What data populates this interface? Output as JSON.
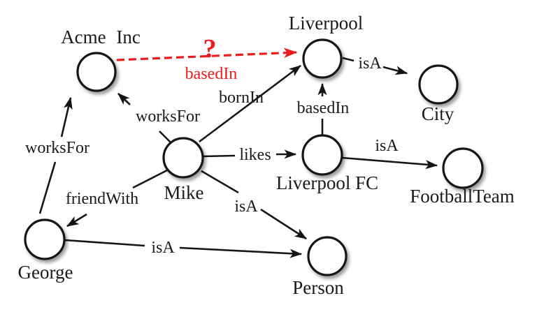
{
  "diagram": {
    "kind": "knowledge-graph",
    "background": "#ffffff",
    "colors": {
      "node_stroke": "#141414",
      "edge": "#161616",
      "text": "#1a1a1a",
      "inferred_edge": "#ec1c1c"
    },
    "nodes": [
      {
        "id": "acme_inc",
        "label": "Acme Inc"
      },
      {
        "id": "liverpool",
        "label": "Liverpool"
      },
      {
        "id": "city",
        "label": "City"
      },
      {
        "id": "mike",
        "label": "Mike"
      },
      {
        "id": "liverpool_fc",
        "label": "Liverpool FC"
      },
      {
        "id": "football_team",
        "label": "FootballTeam"
      },
      {
        "id": "george",
        "label": "George"
      },
      {
        "id": "person",
        "label": "Person"
      }
    ],
    "edges": [
      {
        "from": "george",
        "to": "acme_inc",
        "label": "worksFor",
        "style": "solid"
      },
      {
        "from": "mike",
        "to": "acme_inc",
        "label": "worksFor",
        "style": "solid"
      },
      {
        "from": "acme_inc",
        "to": "liverpool",
        "label": "basedIn",
        "style": "dashed",
        "color": "#ec1c1c",
        "annotation": "?"
      },
      {
        "from": "mike",
        "to": "liverpool",
        "label": "bornIn",
        "style": "solid"
      },
      {
        "from": "liverpool_fc",
        "to": "liverpool",
        "label": "basedIn",
        "style": "solid"
      },
      {
        "from": "liverpool",
        "to": "city",
        "label": "isA",
        "style": "solid"
      },
      {
        "from": "mike",
        "to": "liverpool_fc",
        "label": "likes",
        "style": "solid"
      },
      {
        "from": "liverpool_fc",
        "to": "football_team",
        "label": "isA",
        "style": "solid"
      },
      {
        "from": "mike",
        "to": "george",
        "label": "friendWith",
        "style": "solid"
      },
      {
        "from": "mike",
        "to": "person",
        "label": "isA",
        "style": "solid"
      },
      {
        "from": "george",
        "to": "person",
        "label": "isA",
        "style": "solid"
      }
    ]
  }
}
